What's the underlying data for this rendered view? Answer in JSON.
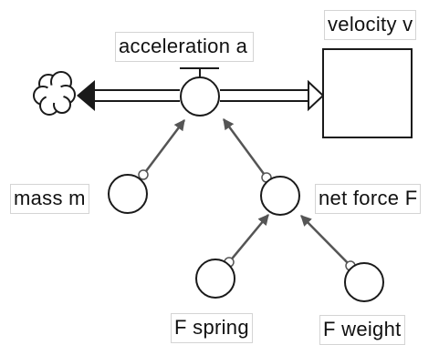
{
  "labels": {
    "stock": "velocity v",
    "flow": "acceleration  a",
    "mass": "mass m",
    "net_force": "net force F",
    "spring": "F spring",
    "weight": "F weight"
  },
  "colors": {
    "line": "#1a1a1a",
    "connector": "#555555",
    "label_border": "#d4d4d4"
  },
  "icons": {
    "source": "cloud-icon",
    "valve": "valve-icon"
  }
}
